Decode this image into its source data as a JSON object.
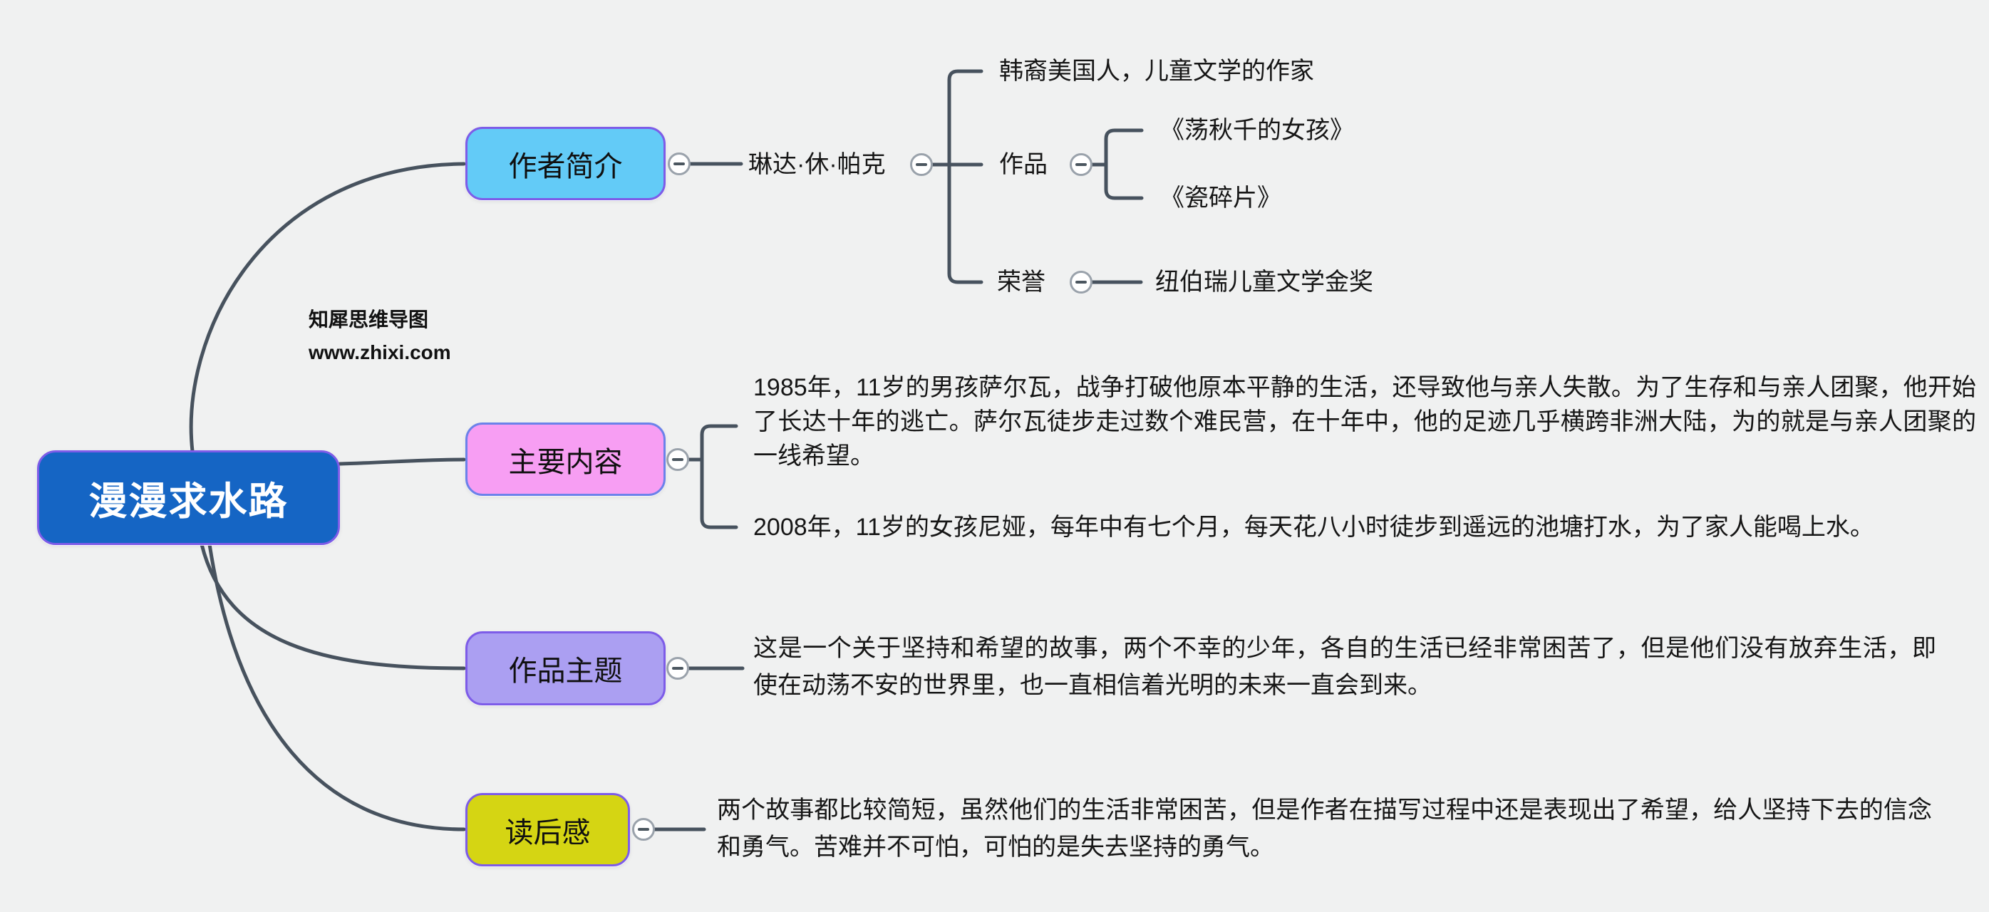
{
  "page": {
    "background": "#f0f1f1",
    "connector_color": "#47525e"
  },
  "watermark": {
    "brand": "知犀思维导图",
    "site": "www.zhixi.com"
  },
  "root": {
    "label": "漫漫求水路",
    "fill": "#1565c4",
    "border": "#7d5ce8",
    "text_color": "#ffffff"
  },
  "author": {
    "label": "作者简介",
    "fill": "#63cbf7",
    "border": "#7d5ce8",
    "name": "琳达·休·帕克",
    "identity": "韩裔美国人，儿童文学的作家",
    "works_label": "作品",
    "works": [
      "《荡秋千的女孩》",
      "《瓷碎片》"
    ],
    "honor_label": "荣誉",
    "honor": "纽伯瑞儿童文学金奖"
  },
  "content": {
    "label": "主要内容",
    "fill": "#f79ef3",
    "border": "#6b82ea",
    "para1": "1985年，11岁的男孩萨尔瓦，战争打破他原本平静的生活，还导致他与亲人失散。为了生存和与亲人团聚，他开始了长达十年的逃亡。萨尔瓦徒步走过数个难民营，在十年中，他的足迹几乎横跨非洲大陆，为的就是与亲人团聚的一线希望。",
    "para2": "2008年，11岁的女孩尼娅，每年中有七个月，每天花八小时徒步到遥远的池塘打水，为了家人能喝上水。"
  },
  "theme": {
    "label": "作品主题",
    "fill": "#ab9ff2",
    "border": "#7d5ce8",
    "text": "这是一个关于坚持和希望的故事，两个不幸的少年，各自的生活已经非常困苦了，但是他们没有放弃生活，即使在动荡不安的世界里，也一直相信着光明的未来一直会到来。"
  },
  "review": {
    "label": "读后感",
    "fill": "#d5d513",
    "border": "#7d5ce8",
    "text": "两个故事都比较简短，虽然他们的生活非常困苦，但是作者在描写过程中还是表现出了希望，给人坚持下去的信念和勇气。苦难并不可怕，可怕的是失去坚持的勇气。"
  }
}
